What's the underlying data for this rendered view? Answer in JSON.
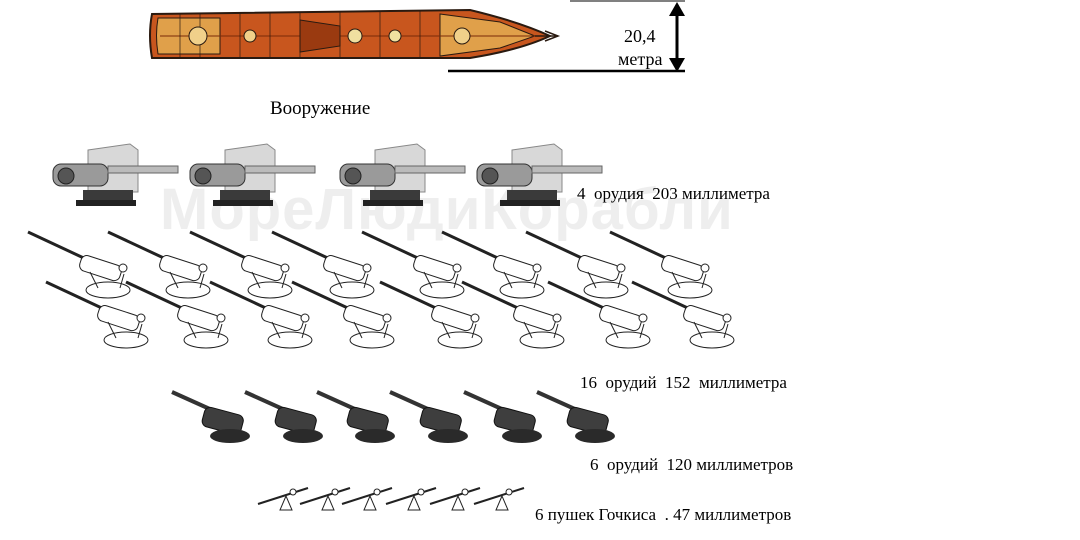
{
  "dimension": {
    "value": "20,4",
    "unit": "метра"
  },
  "section_title": "Вооружение",
  "watermark": "МореЛюдиКорабли",
  "armament": [
    {
      "count": "4",
      "text": "4  орудия  203 миллиметра",
      "icon": "heavy-turret-gun-icon"
    },
    {
      "count": "16",
      "text": "16  орудий  152  миллиметра",
      "icon": "deck-gun-icon"
    },
    {
      "count": "6",
      "text": "6  орудий  120 миллиметров",
      "icon": "medium-gun-icon"
    },
    {
      "count": "6",
      "text": "6 пушек Гочкиса  . 47 миллиметров",
      "icon": "hotchkiss-gun-icon"
    }
  ],
  "colors": {
    "hull": "#c8561e",
    "deck": "#e0a04a",
    "outline": "#2a1a10",
    "gun_gray": "#7a7a7a",
    "gun_dark": "#3a3a3a"
  }
}
